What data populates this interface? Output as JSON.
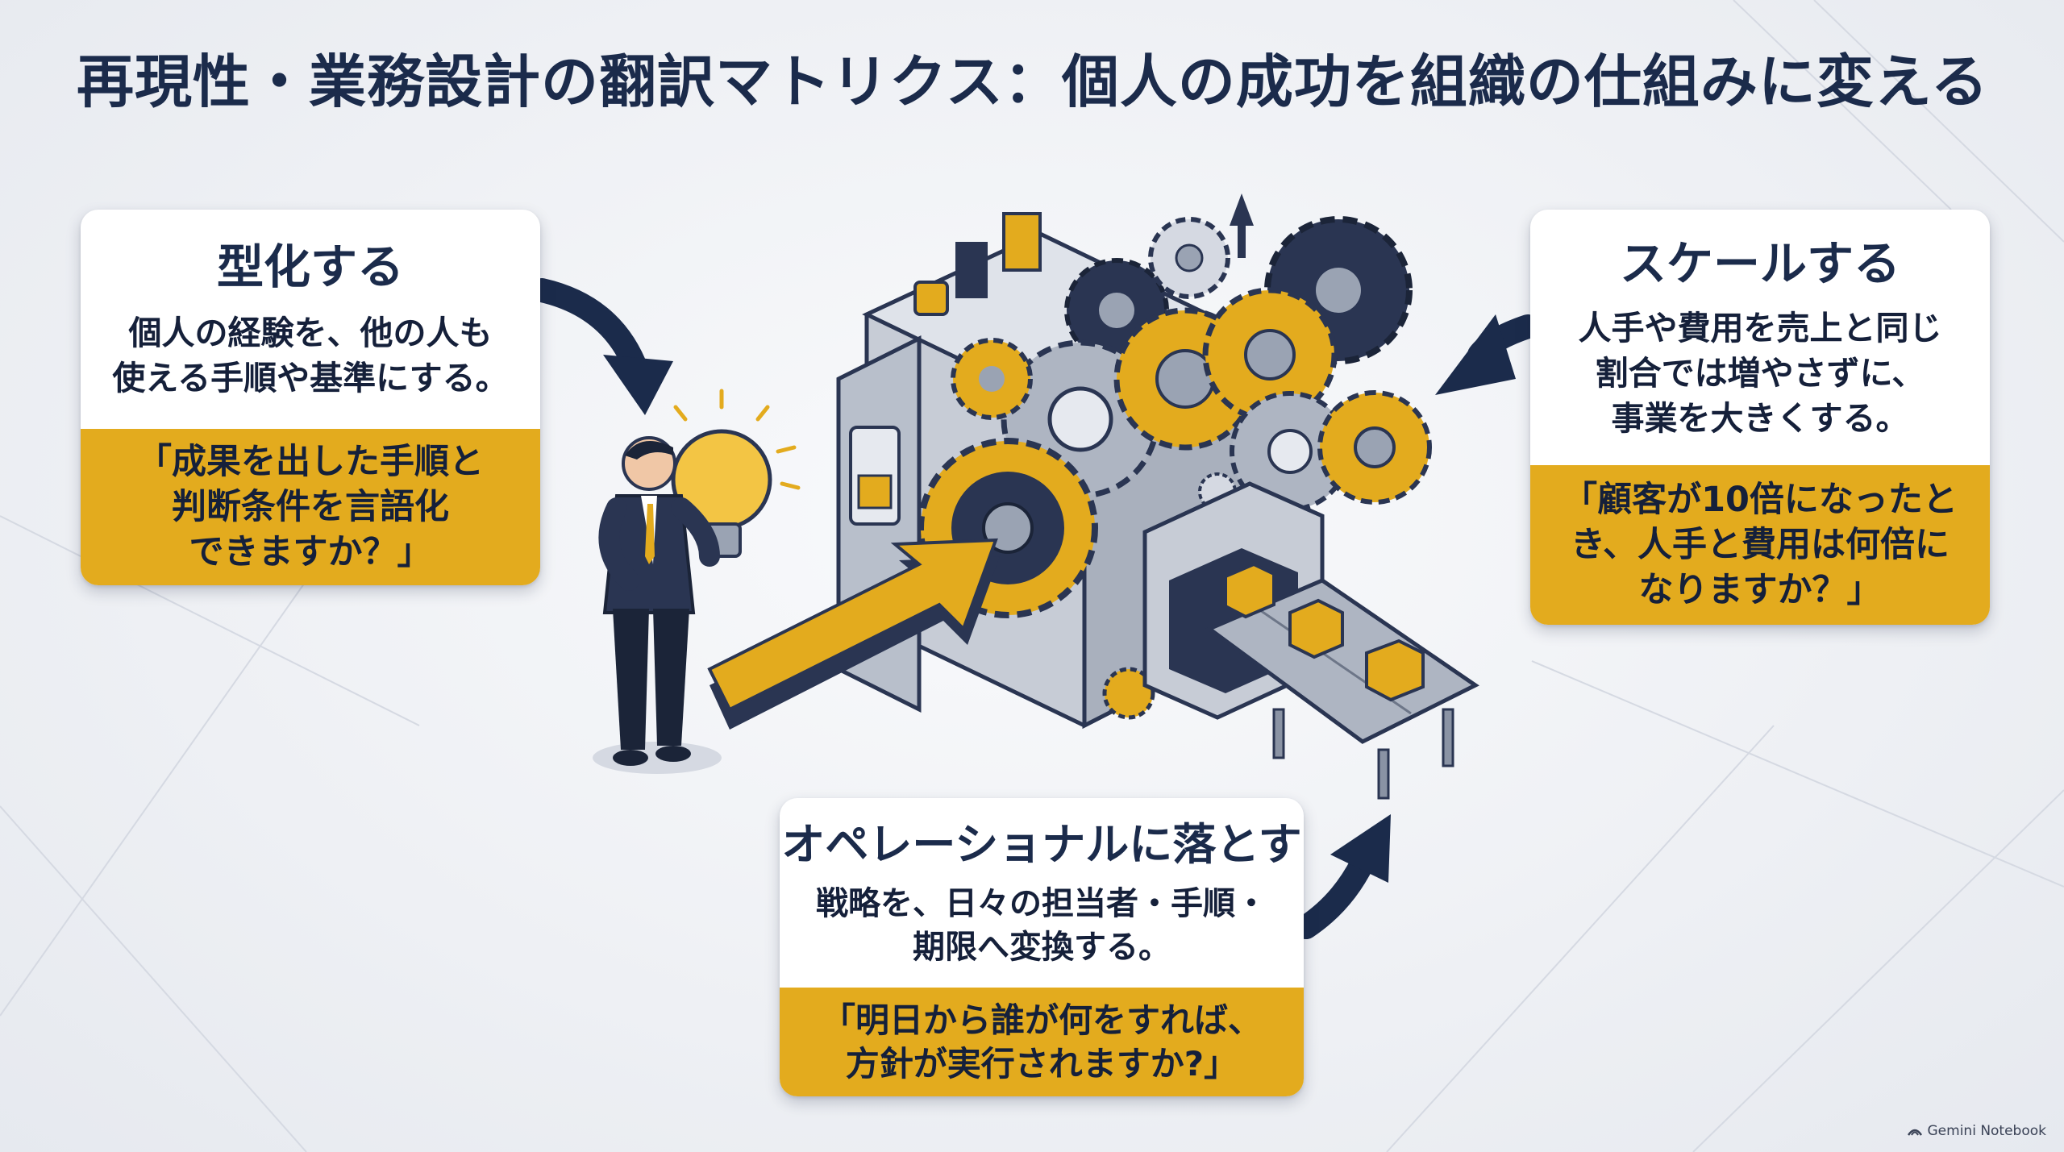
{
  "slide": {
    "title": "再現性・業務設計の翻訳マトリクス：個人の成功を組織の仕組みに変える"
  },
  "cards": {
    "katachi": {
      "heading": "型化する",
      "description": "個人の経験を、他の人も\n使える手順や基準にする。",
      "question": "「成果を出した手順と\n判断条件を言語化\nできますか？」"
    },
    "scale": {
      "heading": "スケールする",
      "description": "人手や費用を売上と同じ\n割合では増やさずに、\n事業を大きくする。",
      "question": "「顧客が10倍になったと\nき、人手と費用は何倍に\nなりますか？」"
    },
    "operational": {
      "heading": "オペレーショナルに落とす",
      "description": "戦略を、日々の担当者・手順・\n期限へ変換する。",
      "question": "「明日から誰が何をすれば、\n方針が実行されますか?」"
    }
  },
  "icons": {
    "person": "businessman-holding-lightbulb-icon",
    "machine": "gear-machine-icon",
    "conveyor": "conveyor-belt-with-boxes-icon",
    "arrow_big": "yellow-input-arrow-icon"
  },
  "colors": {
    "navy": "#1b2b4b",
    "gold": "#e3ab1e",
    "steel": "#9aa3b3",
    "background": "#eef0f4"
  },
  "footer": {
    "watermark": "Gemini Notebook"
  }
}
